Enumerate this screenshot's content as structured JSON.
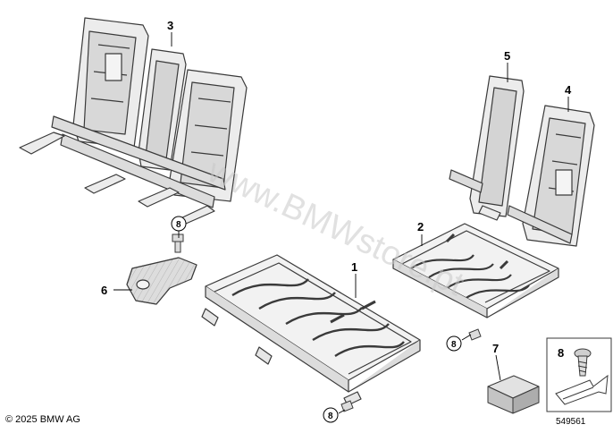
{
  "watermark": "www.BMWstore.pt",
  "copyright": "© 2025 BMW AG",
  "diagram_number": "549561",
  "callouts": {
    "p1": "1",
    "p2": "2",
    "p3": "3",
    "p4": "4",
    "p5": "5",
    "p6": "6",
    "p7": "7",
    "p8_legend": "8",
    "c8a": "8",
    "c8b": "8",
    "c8c": "8"
  },
  "colors": {
    "line": "#3a3a3a",
    "part_fill": "#e6e6e6",
    "shade": "#bdbdbd"
  }
}
